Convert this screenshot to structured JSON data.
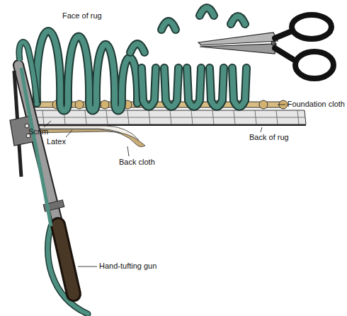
{
  "diagram": {
    "labels": [
      "Face of rug",
      "Foundation cloth",
      "Scrim",
      "Latex",
      "Back cloth",
      "Back of rug",
      "Hand-tufting gun"
    ]
  }
}
